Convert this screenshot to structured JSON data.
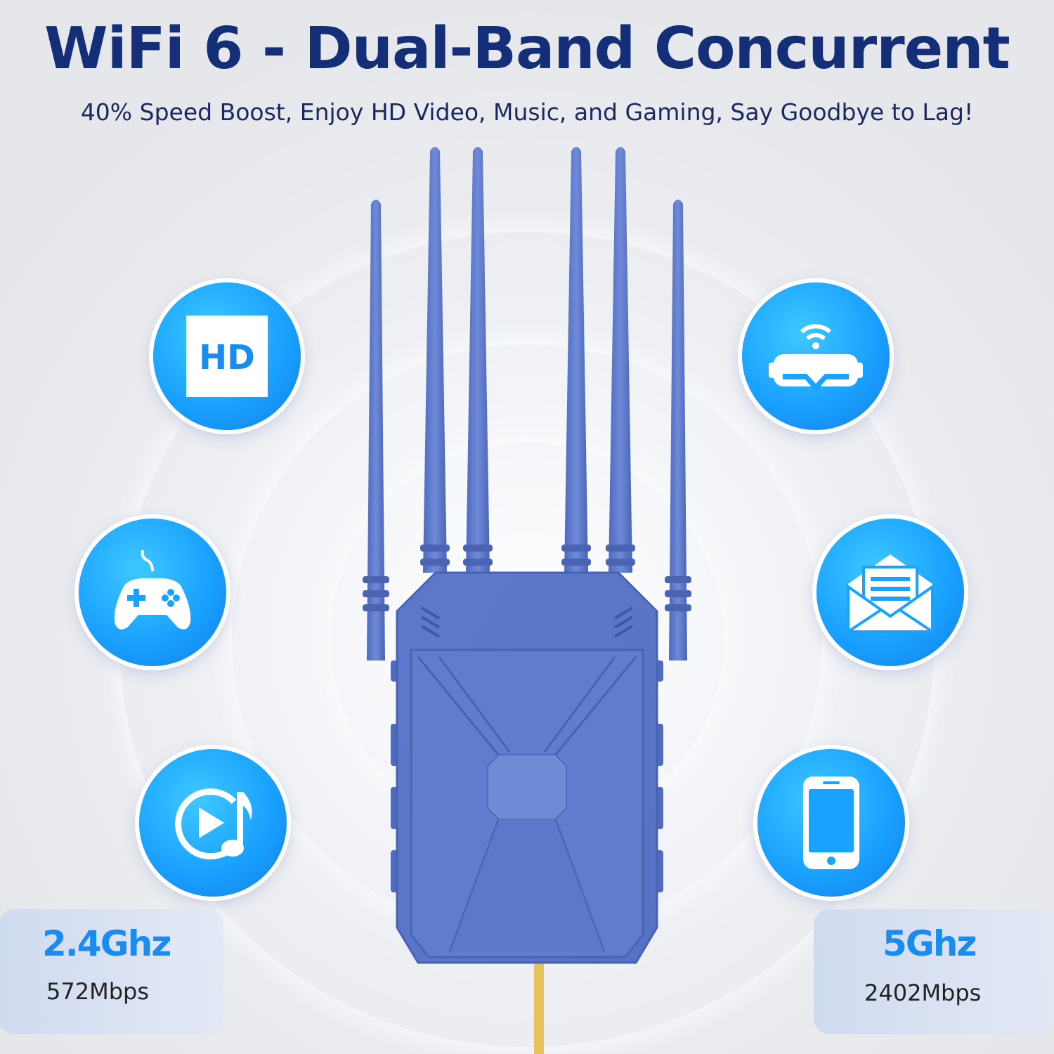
{
  "header": {
    "title": "WiFi 6 - Dual-Band Concurrent",
    "subtitle": "40% Speed Boost, Enjoy HD Video, Music, and Gaming, Say Goodbye to Lag!"
  },
  "feature_icons": {
    "hd_label": "HD"
  },
  "bands": [
    {
      "frequency": "2.4Ghz",
      "speed": "572Mbps"
    },
    {
      "frequency": "5Ghz",
      "speed": "2402Mbps"
    }
  ],
  "colors": {
    "title": "#142f78",
    "accent_blue": "#1aa2ff",
    "router_blue": "#5b78c9",
    "band_text": "#1a8cf0",
    "cable": "#e6c35a"
  }
}
